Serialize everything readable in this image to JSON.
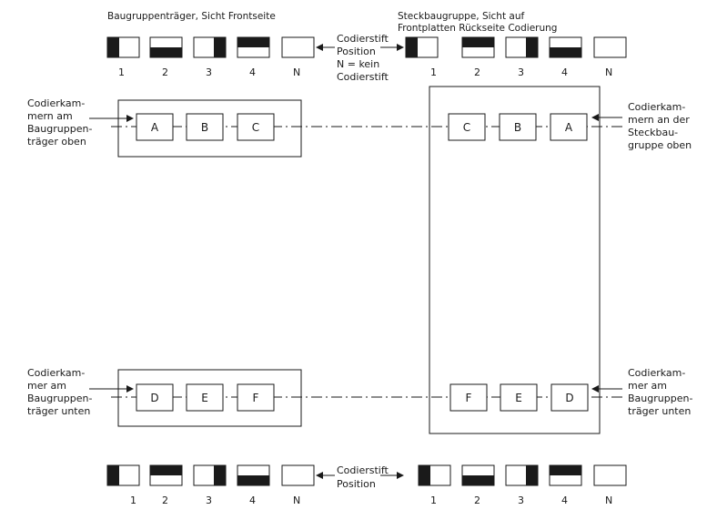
{
  "header": {
    "left_title": "Baugruppenträger, Sicht Frontseite",
    "right_title_line1": "Steckbaugruppe, Sicht auf",
    "right_title_line2": "Frontplatten Rückseite Codierung"
  },
  "legend_top": {
    "label_lines": [
      "Codierstift",
      "Position",
      "N = kein",
      "Codierstift"
    ],
    "numbers": [
      "1",
      "2",
      "3",
      "4",
      "N"
    ]
  },
  "legend_bottom": {
    "label_lines": [
      "Codierstift",
      "Position"
    ],
    "numbers": [
      "1",
      "2",
      "3",
      "4",
      "N"
    ]
  },
  "annotations": {
    "left_top": [
      "Codierkam-",
      "mern am",
      "Baugruppen-",
      "träger oben"
    ],
    "right_top": [
      "Codierkam-",
      "mern an der",
      "Steckbau-",
      "gruppe oben"
    ],
    "left_bottom": [
      "Codierkam-",
      "mer am",
      "Baugruppen-",
      "träger unten"
    ],
    "right_bottom": [
      "Codierkam-",
      "mer am",
      "Baugruppen-",
      "träger unten"
    ]
  },
  "chambers": {
    "rack_top": [
      "A",
      "B",
      "C"
    ],
    "board_top": [
      "C",
      "B",
      "A"
    ],
    "rack_bottom": [
      "D",
      "E",
      "F"
    ],
    "board_bottom": [
      "F",
      "E",
      "D"
    ]
  }
}
